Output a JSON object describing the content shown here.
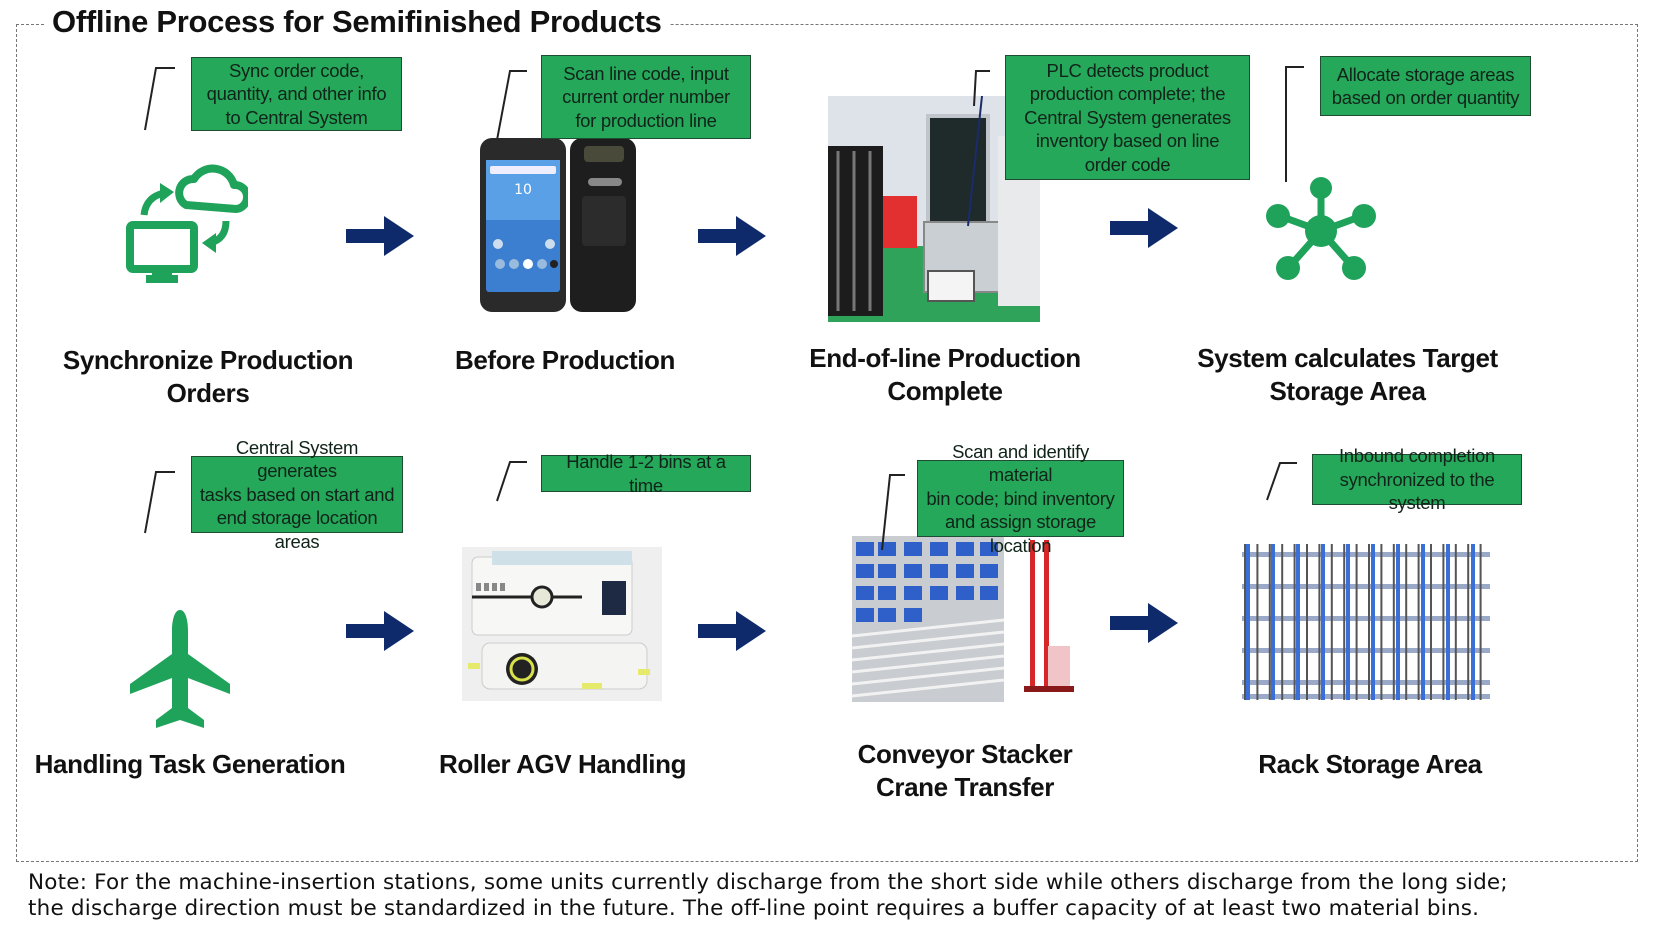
{
  "title": "Offline Process for Semifinished Products",
  "colors": {
    "callout_fill": "#26a85a",
    "icon_green": "#1fa25a",
    "arrow_navy": "#0e2a6b",
    "rack_blue": "#3b6fd8"
  },
  "steps": [
    {
      "label_lines": [
        "Synchronize Production",
        "Orders"
      ],
      "callout_lines": [
        "Sync order code,",
        "quantity, and other info",
        "to Central System"
      ],
      "visual": "computer-cloud-sync-icon"
    },
    {
      "label_lines": [
        "Before Production"
      ],
      "callout_lines": [
        "Scan line code, input",
        "current order number",
        "for production line"
      ],
      "visual": "handheld-scanner-photo",
      "screen_time": "10"
    },
    {
      "label_lines": [
        "End-of-line Production",
        "Complete"
      ],
      "callout_lines": [
        "PLC detects product",
        "production complete; the",
        "Central System generates",
        "inventory based on line",
        "order code"
      ],
      "visual": "production-line-photo"
    },
    {
      "label_lines": [
        "System calculates Target",
        "Storage Area"
      ],
      "callout_lines": [
        "Allocate storage areas",
        "based on order quantity"
      ],
      "visual": "network-hub-icon"
    },
    {
      "label_lines": [
        "Handling Task Generation"
      ],
      "callout_lines": [
        "Central System generates",
        "tasks based on start and",
        "end storage location areas"
      ],
      "visual": "airplane-icon"
    },
    {
      "label_lines": [
        "Roller AGV Handling"
      ],
      "callout_lines": [
        "Handle 1-2 bins at a time"
      ],
      "visual": "roller-agv-photo"
    },
    {
      "label_lines": [
        "Conveyor Stacker",
        "Crane Transfer"
      ],
      "callout_lines": [
        "Scan and identify material",
        "bin code; bind inventory",
        "and assign storage location"
      ],
      "visual": "conveyor-stacker-photo"
    },
    {
      "label_lines": [
        "Rack Storage Area"
      ],
      "callout_lines": [
        "Inbound completion",
        "synchronized to the system"
      ],
      "visual": "rack-storage-illustration"
    }
  ],
  "note_lines": [
    "Note: For the machine-insertion stations, some units currently discharge from the short side while others discharge from the long side;",
    "the discharge direction must be standardized in the future. The off-line point requires a buffer capacity of at least two material bins."
  ]
}
